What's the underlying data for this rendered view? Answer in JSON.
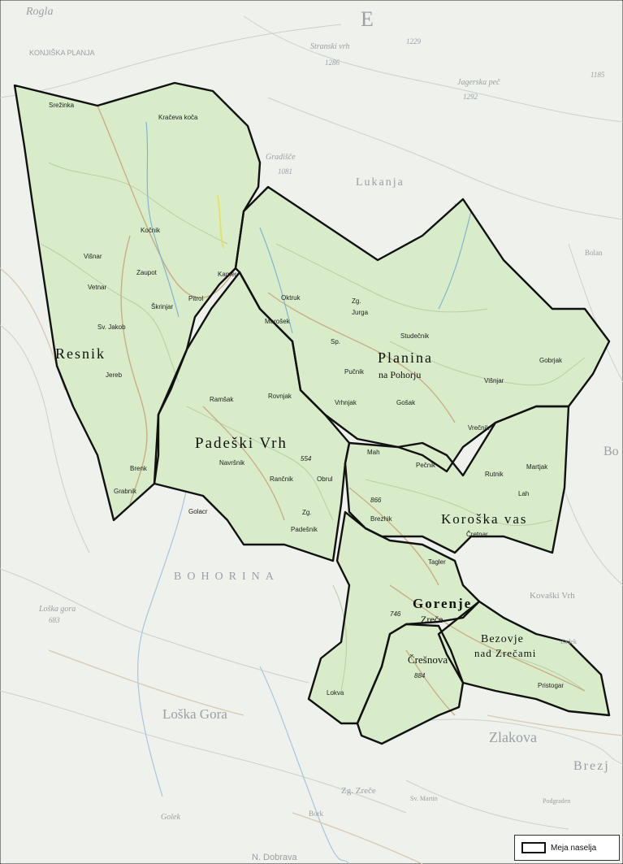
{
  "legend": {
    "label": "Meja naselja"
  },
  "settlements": {
    "resnik": "Resnik",
    "padeski_vrh": "Padeški Vrh",
    "planina_1": "Planina",
    "planina_2": "na Pohorju",
    "koroska_vas": "Koroška vas",
    "gorenje": "Gorenje",
    "bezovje_1": "Bezovje",
    "bezovje_2": "nad Zrečami",
    "crešnova": "Črešnova",
    "zrece": "Zreče"
  },
  "places": {
    "srezinka": "Srežinka",
    "krajceva_koca": "Kračeva koča",
    "kocnik": "Kočnik",
    "visnar": "Višnar",
    "zaupot": "Zaupot",
    "vetnar": "Vetnar",
    "kamer": "Kamer",
    "pitrol": "Pitrol",
    "skrinjar": "Škrinjar",
    "sv_jakob": "Sv. Jakob",
    "jereb": "Jereb",
    "brenk": "Brenk",
    "grabnik": "Grabnik",
    "oktruk": "Oktruk",
    "zg": "Zg.",
    "jurga": "Jurga",
    "marosek": "Marošek",
    "sp": "Sp.",
    "studencnik": "Studečnik",
    "pucnik": "Pučnik",
    "gobrjak": "Gobrjak",
    "visnjar": "Višnjar",
    "gosak": "Gošak",
    "vrecnik": "Vrečnik",
    "vrhnjak": "Vrhnjak",
    "ramsak": "Ramšak",
    "rovnjak": "Rovnjak",
    "navrsnik": "Navršnik",
    "rancnik": "Rančnik",
    "obrul": "Obrul",
    "golacr": "Golacr",
    "zg2": "Zg.",
    "padesnik": "Padešnik",
    "mah": "Mah",
    "pecnik": "Pečnik",
    "rutnik": "Rutnik",
    "martjak": "Martjak",
    "lah": "Lah",
    "brezhik": "Brezhik",
    "cretnar": "Čretnar",
    "tagler": "Tagler",
    "lokva": "Lokva",
    "pristogar": "Pristogar",
    "h884": "884",
    "h746": "746",
    "h866": "866",
    "h554": "554"
  },
  "background_labels": {
    "rogla": "Rogla",
    "konjiska_planja": "KONJIŠKA PLANJA",
    "e": "E",
    "stranski_vrh": "Stranski vrh",
    "h1286": "1286",
    "h1229": "1229",
    "jagerska": "Jagerska peč",
    "h1292": "1292",
    "h1185": "1185",
    "gradisce": "Gradišče",
    "h1081": "1081",
    "lukanja": "Lukanja",
    "bolan": "Bolan",
    "bohorina": "BOHORINA",
    "loska_gora_small": "Loška gora",
    "h683": "683",
    "loska_gora": "Loška Gora",
    "zlakova": "Zlakova",
    "brez": "Brezj",
    "kovaski_vrh": "Kovaški Vrh",
    "zrece_bottom": "Zg. Zreče",
    "n_dobrava": "N. Dobrava",
    "golek": "Golek",
    "bork": "Bork",
    "pod": "Podgraden",
    "bo": "Bo",
    "zadek": "Zadek",
    "sv_martin": "Sv. Martin"
  }
}
